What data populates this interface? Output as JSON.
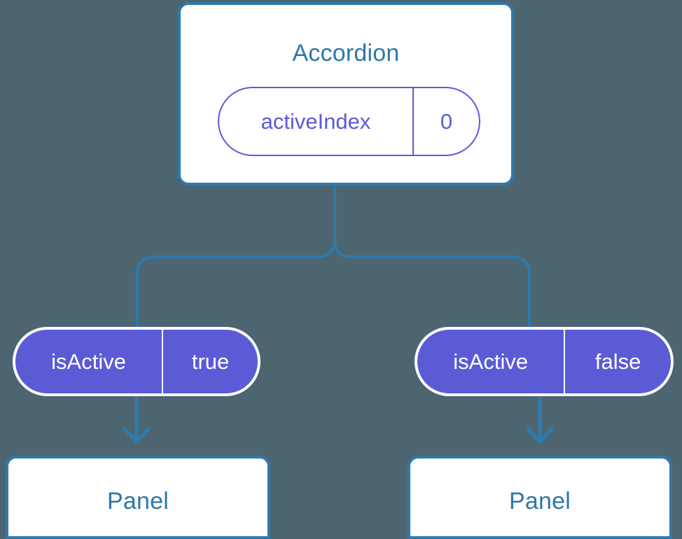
{
  "diagram": {
    "background_color": "#4C6571",
    "accent_blue": "#2E79AD",
    "accent_purple": "#5B5BD6",
    "title_text_color": "#2E77A8"
  },
  "root": {
    "component_name": "Accordion",
    "state_pill": {
      "key": "activeIndex",
      "value": "0"
    }
  },
  "children": [
    {
      "props_pill": {
        "key": "isActive",
        "value": "true"
      },
      "component_name": "Panel"
    },
    {
      "props_pill": {
        "key": "isActive",
        "value": "false"
      },
      "component_name": "Panel"
    }
  ]
}
